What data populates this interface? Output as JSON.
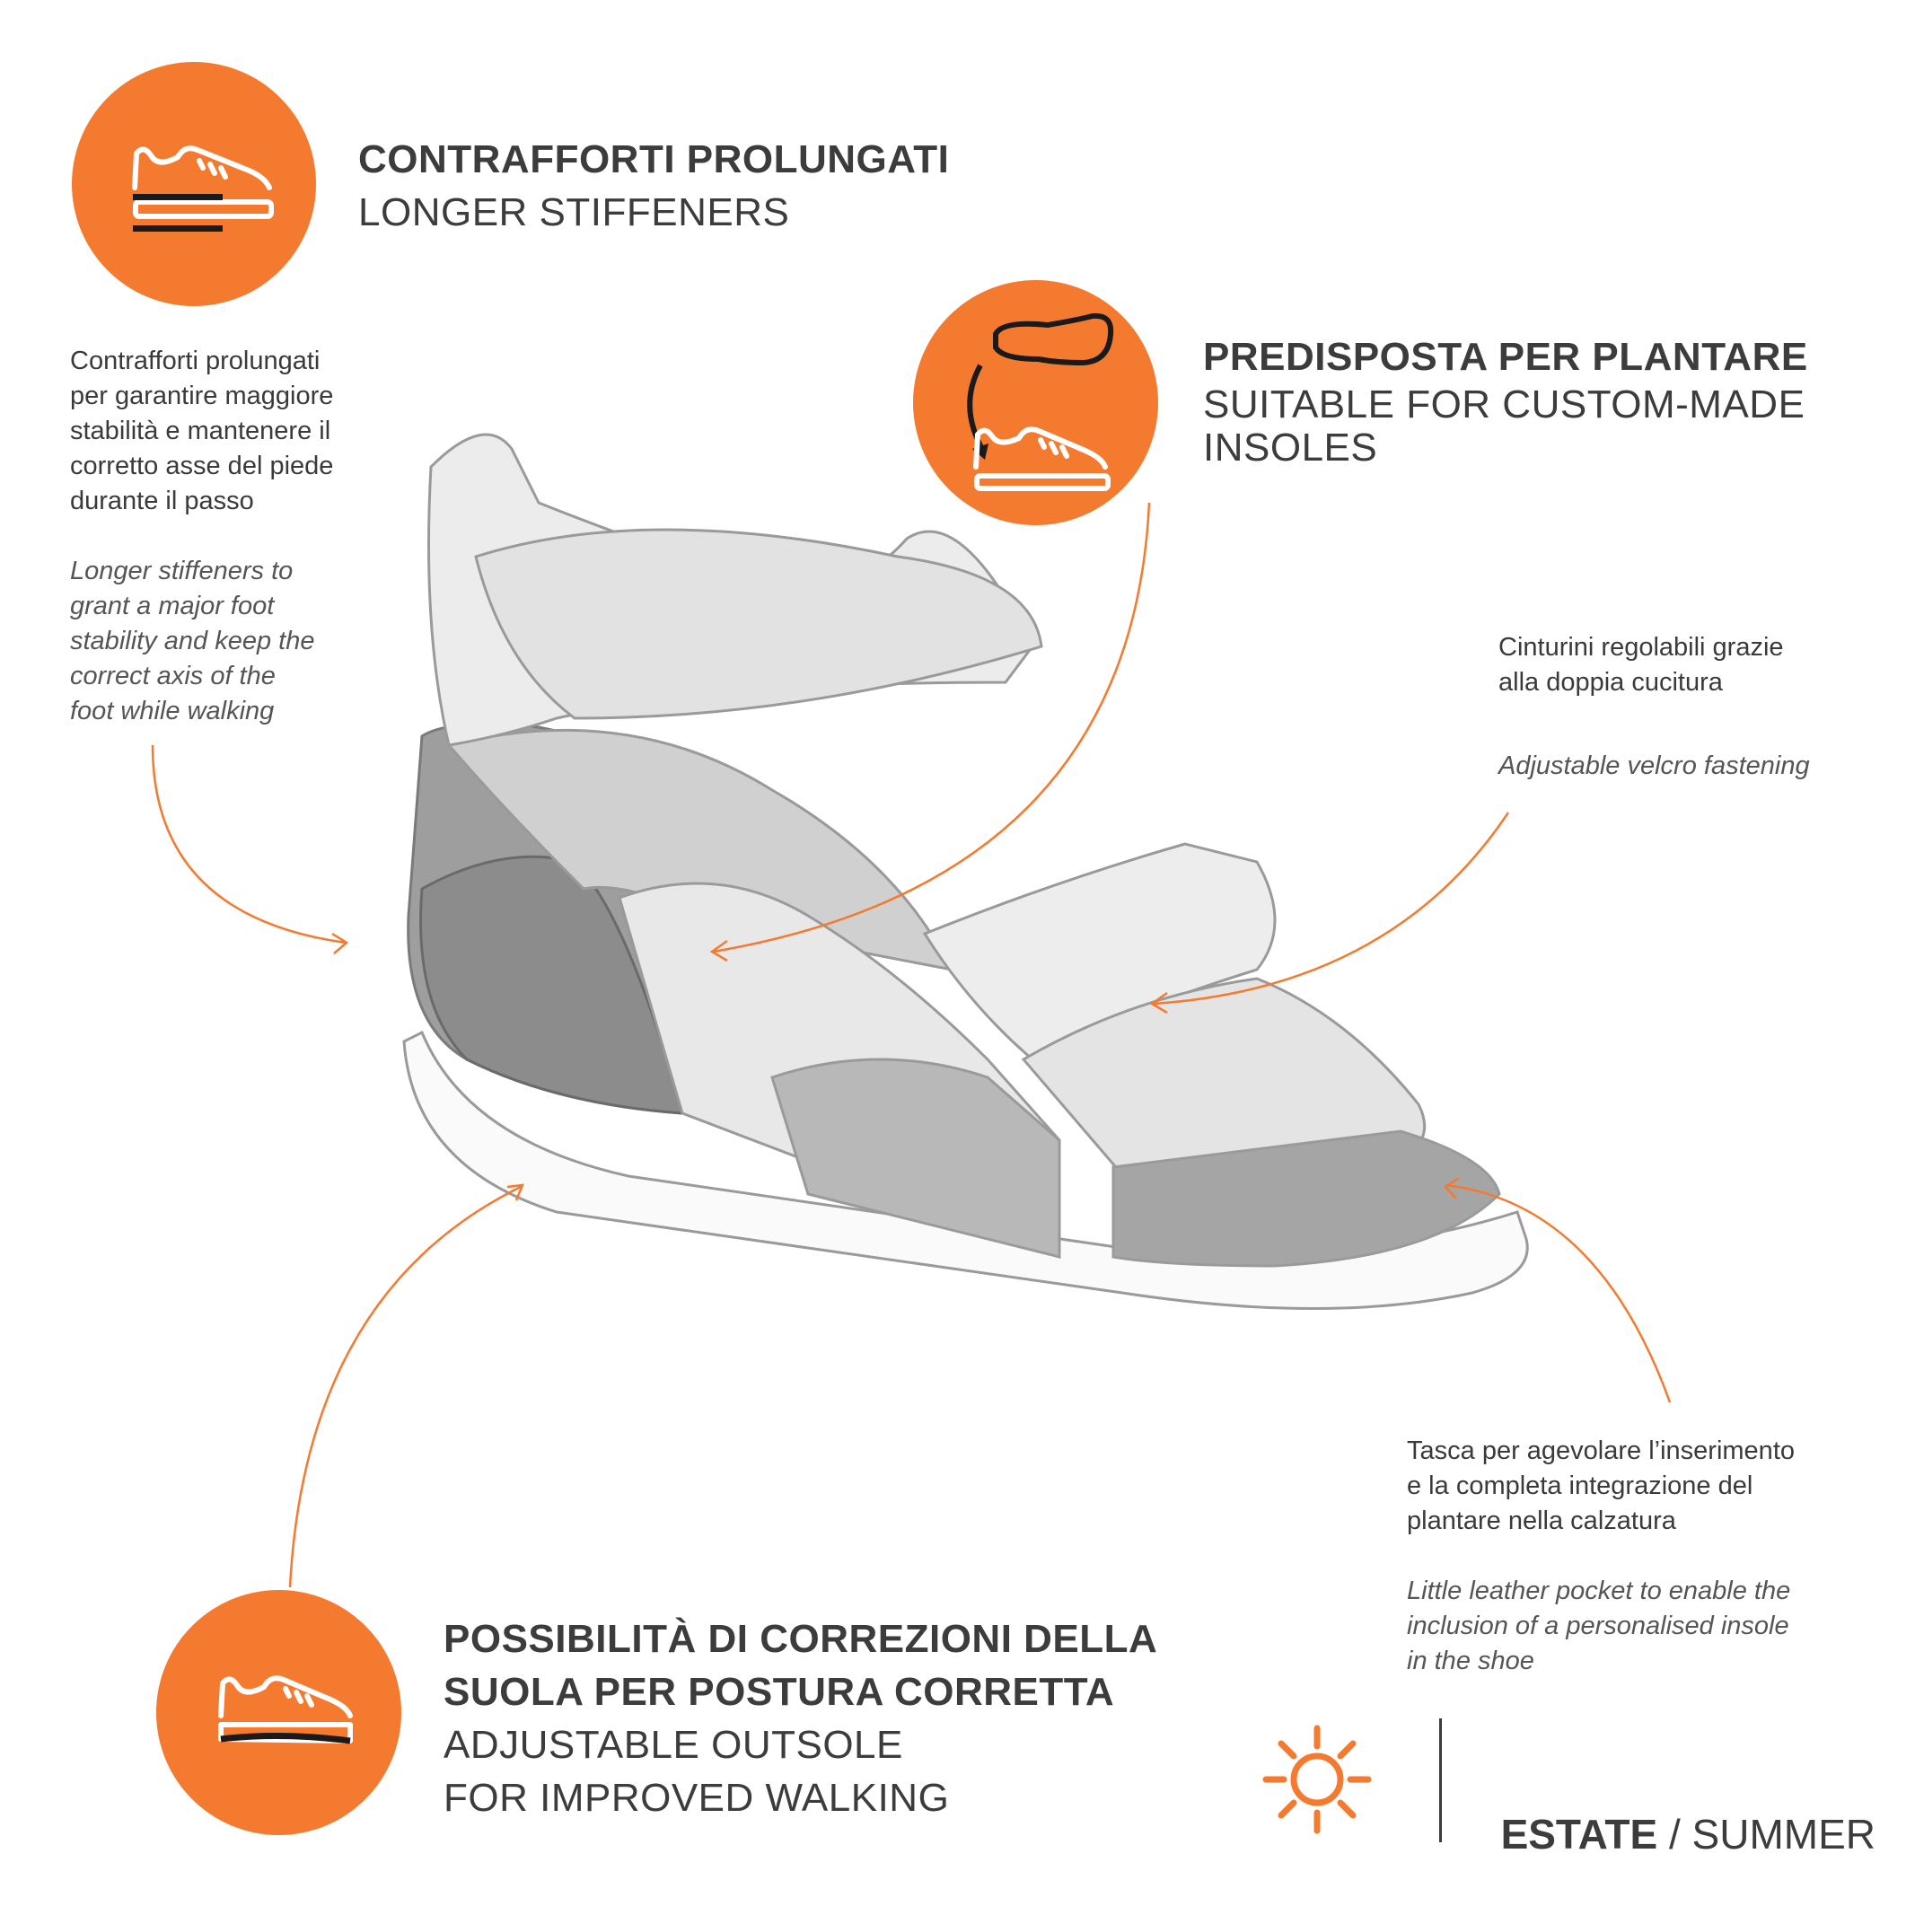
{
  "colors": {
    "accent": "#F47A30",
    "text": "#3c3c3c"
  },
  "feature1": {
    "icon": "shoe-stiffener-icon",
    "title_it": "CONTRAFFORTI PROLUNGATI",
    "title_en": "LONGER STIFFENERS",
    "desc_it": [
      "Contrafforti prolungati",
      "per garantire maggiore",
      "stabilità e mantenere il",
      "corretto asse del piede",
      "durante il passo"
    ],
    "desc_en": [
      "Longer stiffeners to",
      "grant a major foot",
      "stability and keep the",
      "correct axis of the",
      "foot while walking"
    ]
  },
  "feature2": {
    "icon": "insole-into-shoe-icon",
    "title_it": "PREDISPOSTA PER PLANTARE",
    "title_en": [
      "SUITABLE FOR CUSTOM-MADE",
      "INSOLES"
    ]
  },
  "feature3": {
    "desc_it": [
      "Cinturini regolabili grazie",
      "alla doppia cucitura"
    ],
    "desc_en": "Adjustable velcro fastening"
  },
  "feature4": {
    "desc_it": [
      "Tasca per agevolare l’inserimento",
      "e la completa integrazione del",
      "plantare nella calzatura"
    ],
    "desc_en": [
      "Little leather pocket to enable the",
      "inclusion of a personalised insole",
      "in the shoe"
    ]
  },
  "feature5": {
    "icon": "shoe-outsole-icon",
    "title_it": [
      "POSSIBILITÀ DI CORREZIONI DELLA",
      "SUOLA PER POSTURA CORRETTA"
    ],
    "title_en": [
      "ADJUSTABLE OUTSOLE",
      "FOR IMPROVED WALKING"
    ]
  },
  "season": {
    "icon": "sun-icon",
    "label_it": "ESTATE",
    "separator": " / ",
    "label_en": "SUMMER"
  }
}
